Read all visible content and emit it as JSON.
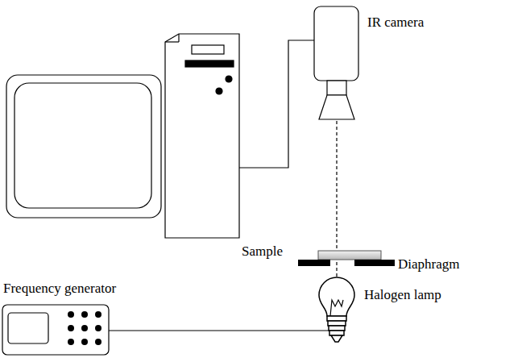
{
  "diagram": {
    "labels": [
      "IR camera",
      "Sample",
      "Diaphragm",
      "Frequency generator",
      "Halogen lamp"
    ]
  }
}
